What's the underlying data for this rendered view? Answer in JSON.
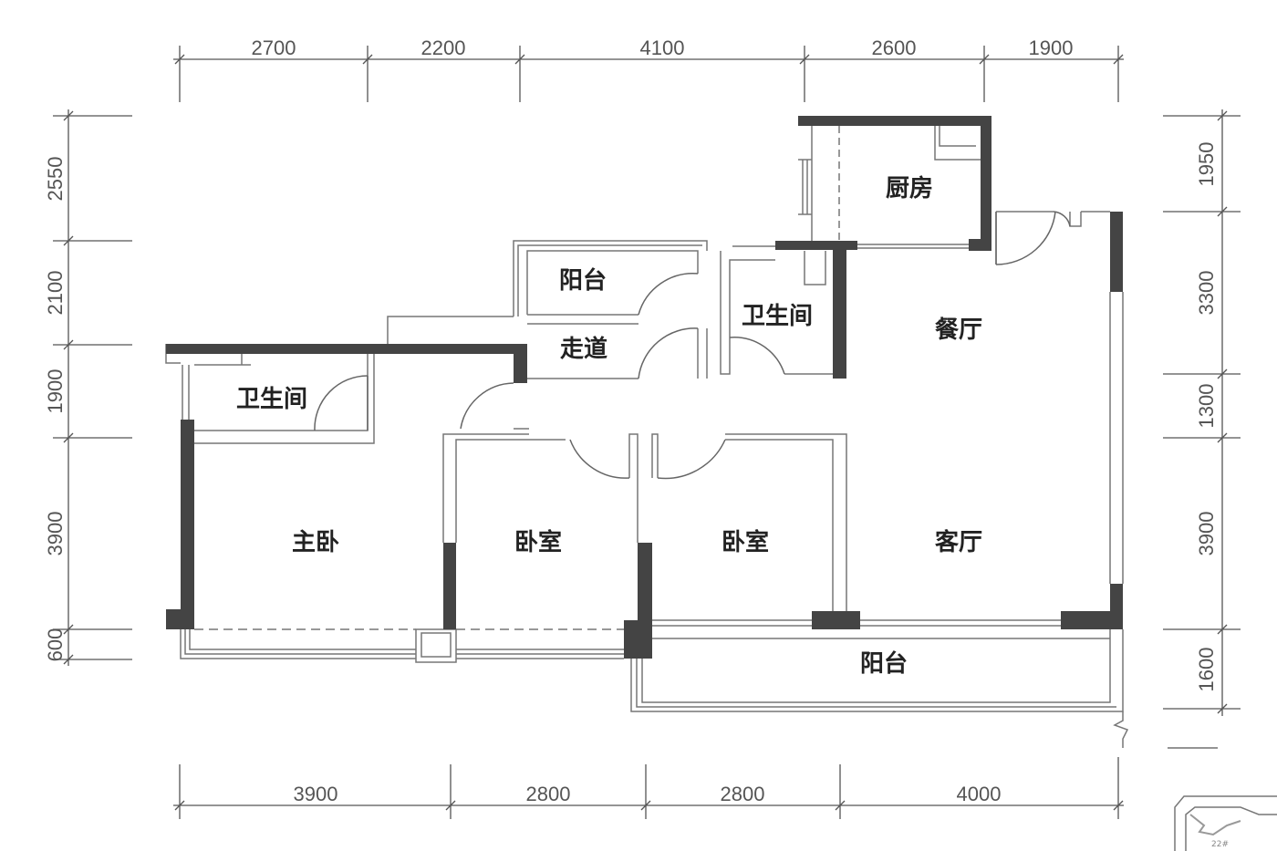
{
  "dimensions": {
    "top": [
      "2700",
      "2200",
      "4100",
      "2600",
      "1900"
    ],
    "bottom": [
      "3900",
      "2800",
      "2800",
      "4000"
    ],
    "left": [
      "2550",
      "2100",
      "1900",
      "3900",
      "600"
    ],
    "right": [
      "1950",
      "3300",
      "1300",
      "3900",
      "1600"
    ]
  },
  "rooms": {
    "kitchen": "厨房",
    "balcony_north": "阳台",
    "bathroom_center": "卫生间",
    "dining": "餐厅",
    "corridor": "走道",
    "bathroom_master": "卫生间",
    "master_bedroom": "主卧",
    "bedroom_1": "卧室",
    "bedroom_2": "卧室",
    "living": "客厅",
    "balcony_south": "阳台"
  },
  "keyplan": {
    "building": "22#"
  },
  "colors": {
    "wall": "#444444",
    "line": "#777777"
  }
}
